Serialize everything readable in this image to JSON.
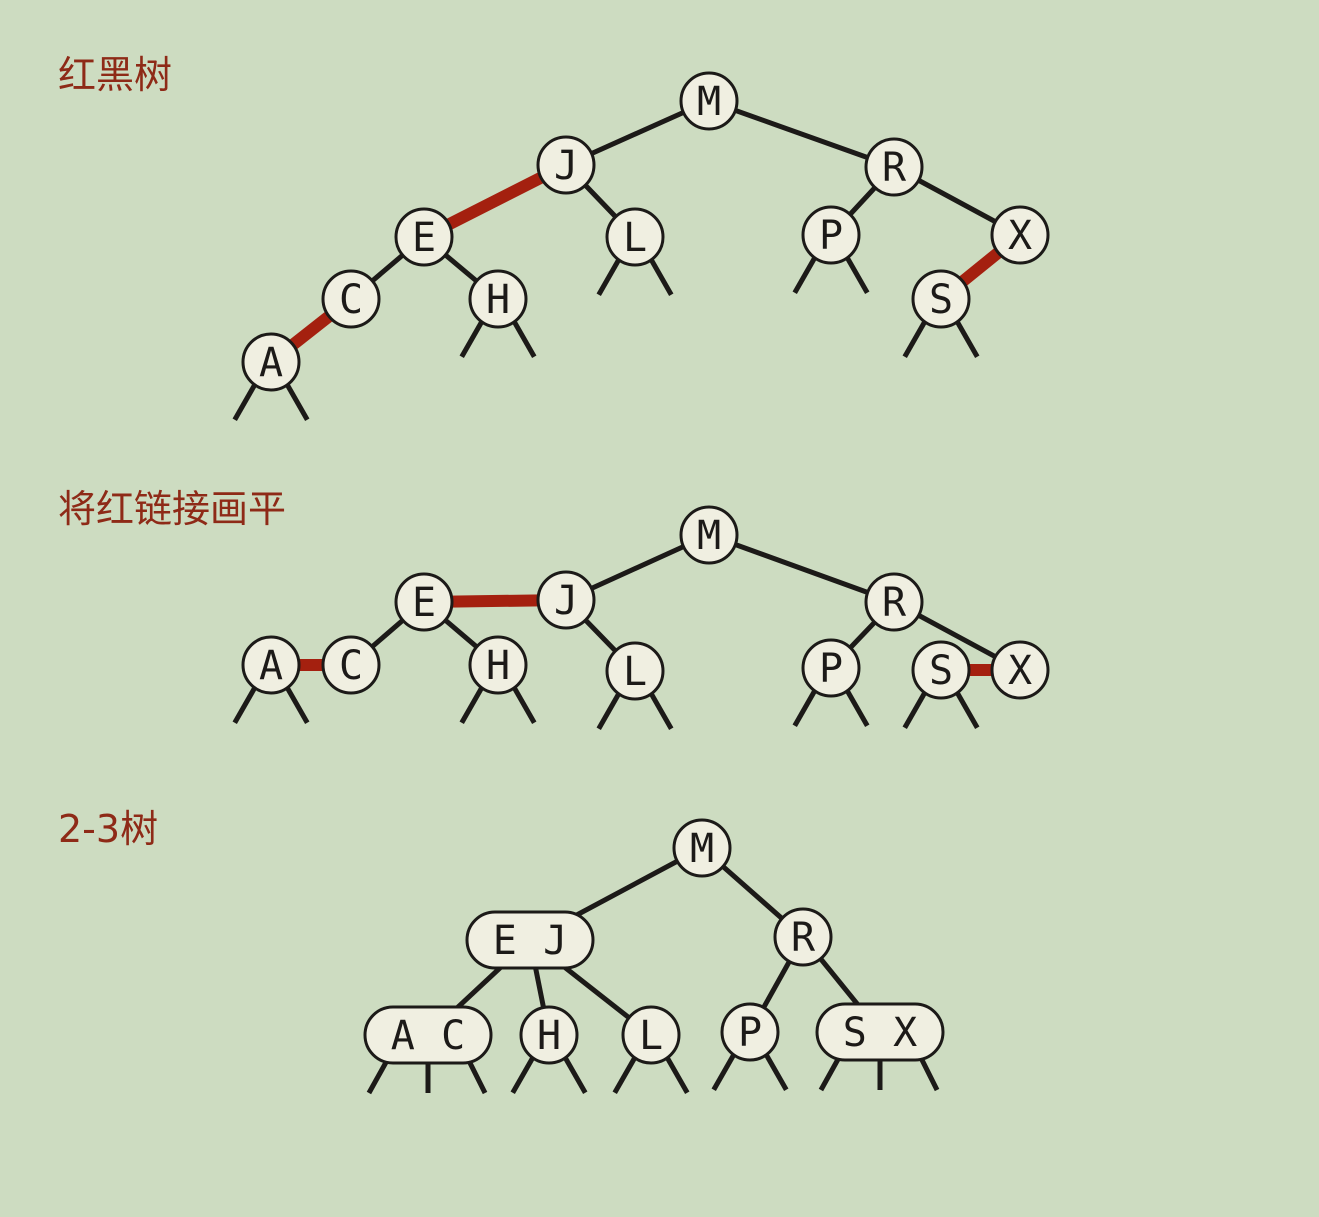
{
  "sections": {
    "rb": {
      "title": "红黑树"
    },
    "flat": {
      "title": "将红链接画平"
    },
    "tt": {
      "title": "2-3树"
    }
  },
  "colors": {
    "background": "#cddcc1",
    "title": "#8e2a17",
    "red_link": "#a4200f",
    "black_link": "#1c1a18",
    "node_fill": "#f0efe1"
  },
  "trees": {
    "rb": {
      "nodes": [
        "M",
        "J",
        "E",
        "C",
        "A",
        "H",
        "L",
        "R",
        "P",
        "X",
        "S"
      ],
      "links": [
        {
          "from": "M",
          "to": "J",
          "color": "black"
        },
        {
          "from": "M",
          "to": "R",
          "color": "black"
        },
        {
          "from": "J",
          "to": "E",
          "color": "red"
        },
        {
          "from": "J",
          "to": "L",
          "color": "black"
        },
        {
          "from": "E",
          "to": "C",
          "color": "black"
        },
        {
          "from": "E",
          "to": "H",
          "color": "black"
        },
        {
          "from": "C",
          "to": "A",
          "color": "red"
        },
        {
          "from": "R",
          "to": "P",
          "color": "black"
        },
        {
          "from": "R",
          "to": "X",
          "color": "black"
        },
        {
          "from": "X",
          "to": "S",
          "color": "red"
        }
      ]
    },
    "flat": {
      "nodes": [
        "M",
        "J",
        "E",
        "C",
        "A",
        "H",
        "L",
        "R",
        "P",
        "X",
        "S"
      ],
      "links": [
        {
          "from": "M",
          "to": "J",
          "color": "black"
        },
        {
          "from": "M",
          "to": "R",
          "color": "black"
        },
        {
          "from": "J",
          "to": "E",
          "color": "red"
        },
        {
          "from": "J",
          "to": "L",
          "color": "black"
        },
        {
          "from": "E",
          "to": "C",
          "color": "black"
        },
        {
          "from": "E",
          "to": "H",
          "color": "black"
        },
        {
          "from": "C",
          "to": "A",
          "color": "red"
        },
        {
          "from": "R",
          "to": "P",
          "color": "black"
        },
        {
          "from": "R",
          "to": "X",
          "color": "black"
        },
        {
          "from": "X",
          "to": "S",
          "color": "red"
        }
      ]
    },
    "tt": {
      "nodes": [
        "M",
        "E J",
        "R",
        "A C",
        "H",
        "L",
        "P",
        "S X"
      ],
      "links": [
        {
          "from": "M",
          "to": "E J"
        },
        {
          "from": "M",
          "to": "R"
        },
        {
          "from": "E J",
          "to": "A C"
        },
        {
          "from": "E J",
          "to": "H"
        },
        {
          "from": "E J",
          "to": "L"
        },
        {
          "from": "R",
          "to": "P"
        },
        {
          "from": "R",
          "to": "S X"
        }
      ]
    }
  }
}
